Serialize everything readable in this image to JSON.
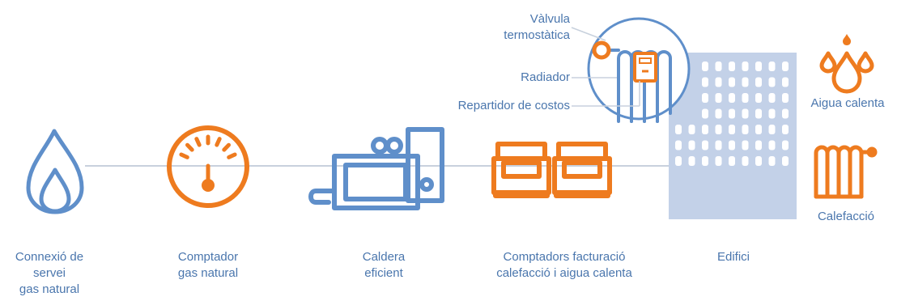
{
  "colors": {
    "blue": "#5f8fca",
    "orange": "#ee7b1f",
    "building": "#c3d1e8",
    "window": "#ffffff",
    "line": "#c8d1dd",
    "text": "#4a76ad"
  },
  "stages": [
    {
      "icon": "flame-icon",
      "lines": [
        "Connexió de",
        "servei",
        "gas natural"
      ]
    },
    {
      "icon": "gas-meter-icon",
      "lines": [
        "Comptador",
        "gas natural"
      ]
    },
    {
      "icon": "boiler-icon",
      "lines": [
        "Caldera",
        "eficient"
      ]
    },
    {
      "icon": "billing-meters-icon",
      "lines": [
        "Comptadors facturació",
        "calefacció i aigua calenta"
      ]
    },
    {
      "icon": "building-icon",
      "lines": [
        "Edifici"
      ]
    }
  ],
  "callouts": {
    "valve": [
      "Vàlvula",
      "termostàtica"
    ],
    "radiator": "Radiador",
    "cost_allocator": "Repartidor de costos"
  },
  "outputs": {
    "hot_water": "Aigua calenta",
    "heating": "Calefacció"
  }
}
